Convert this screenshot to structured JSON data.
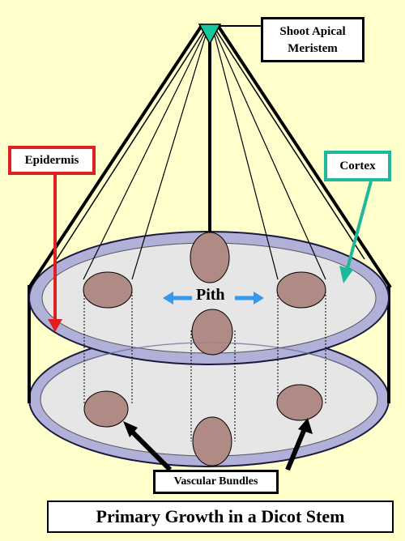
{
  "title": "Primary Growth in a Dicot Stem",
  "labels": {
    "meristem_line1": "Shoot Apical",
    "meristem_line2": "Meristem",
    "epidermis": "Epidermis",
    "cortex": "Cortex",
    "pith": "Pith",
    "vascular_bundles": "Vascular Bundles"
  },
  "colors": {
    "background": "#ffffcc",
    "epidermis_ring": "#b0b0d8",
    "cortex_fill": "#e6e6e6",
    "vascular_bundle": "#b08a84",
    "meristem": "#15c8a0",
    "epidermis_label": "#e02020",
    "cortex_label": "#1fb89a",
    "pith_arrows": "#3399ee"
  }
}
